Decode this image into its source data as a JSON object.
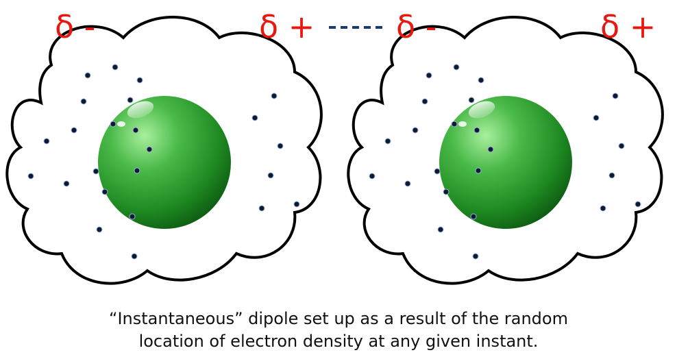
{
  "labels": {
    "left_atom_left_charge": "δ -",
    "left_atom_right_charge": "δ +",
    "right_atom_left_charge": "δ -",
    "right_atom_right_charge": "δ +",
    "dash_link": "-----"
  },
  "caption": {
    "line1": "“Instantaneous” dipole set up as a result of the random",
    "line2": "location of electron density at any given instant."
  },
  "colors": {
    "charge": "#e8170f",
    "cloud_outline": "#000000",
    "nucleus": "#2e9a2e",
    "electron": "#0d1a33",
    "dash": "#1f3a70"
  }
}
